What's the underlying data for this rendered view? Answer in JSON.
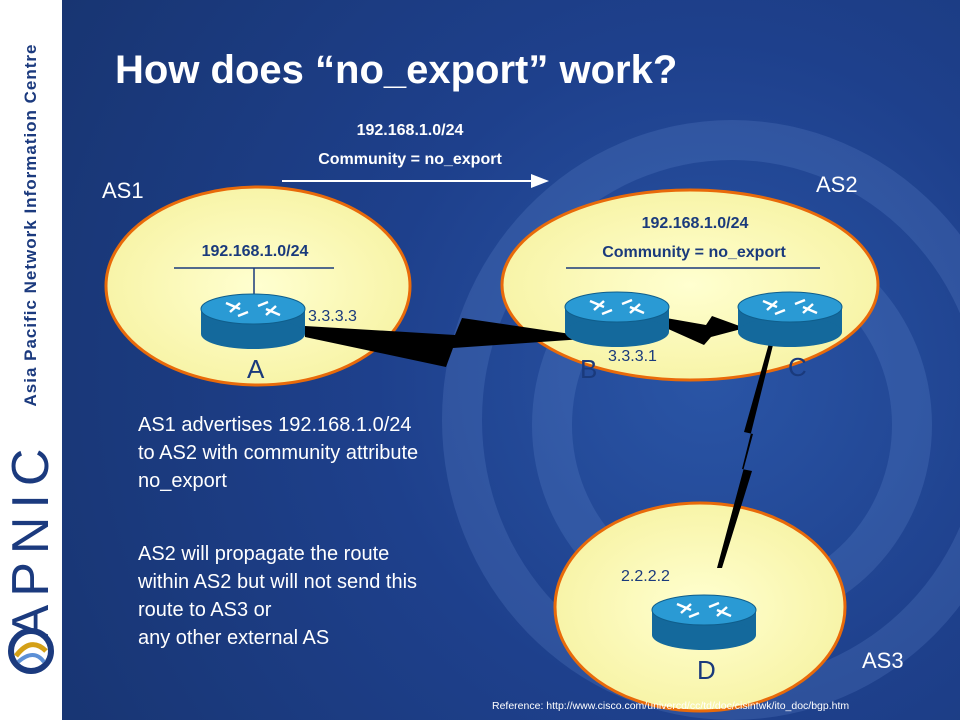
{
  "title": "How does “no_export” work?",
  "sidebar": {
    "org_name": "Asia Pacific Network Information Centre",
    "brand": "APNIC",
    "logo_icon": "apnic-swirl-logo-icon"
  },
  "top_advert": {
    "prefix": "192.168.1.0/24",
    "community": "Community = no_export"
  },
  "as1": {
    "label": "AS1",
    "prefix": "192.168.1.0/24",
    "router_label": "A",
    "router_ip": "3.3.3.3"
  },
  "as2": {
    "label": "AS2",
    "prefix": "192.168.1.0/24",
    "community": "Community = no_export",
    "router_b_label": "B",
    "router_b_ip": "3.3.3.1",
    "router_c_label": "C"
  },
  "as3": {
    "label": "AS3",
    "router_label": "D",
    "router_ip": "2.2.2.2"
  },
  "description": {
    "para1": [
      "AS1 advertises 192.168.1.0/24",
      "to AS2 with community attribute",
      "no_export"
    ],
    "para2": [
      "AS2 will propagate the route",
      "within AS2 but will not send this",
      "route to AS3 or",
      "any other external AS"
    ]
  },
  "reference": "Reference: http://www.cisco.com/univercd/cc/td/doc/cisintwk/ito_doc/bgp.htm",
  "colors": {
    "background": "#1b3a7e",
    "ellipse_fill": "#ffffc0",
    "ellipse_stroke": "#e86a0a",
    "router": "#1f8fc5",
    "link": "#000000"
  }
}
